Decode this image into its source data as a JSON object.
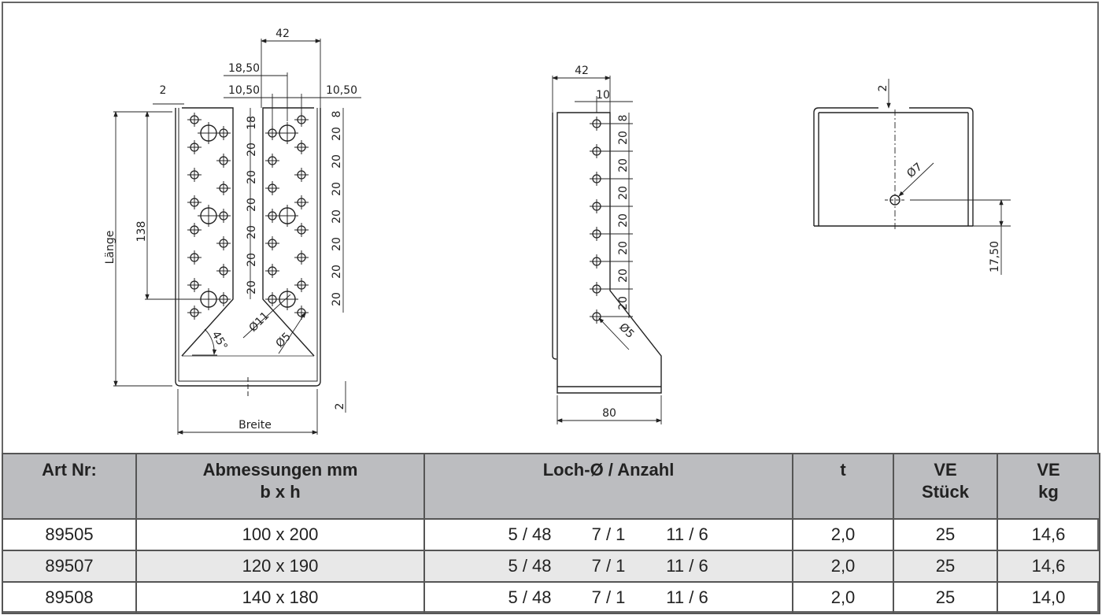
{
  "drawing": {
    "front_view": {
      "dims": {
        "top_width": "42",
        "offset_1": "18,50",
        "offset_2": "10,50",
        "offset_3": "10,50",
        "thickness": "2",
        "length_label": "Länge",
        "inner_height": "138",
        "width_label": "Breite",
        "bottom_thickness": "2",
        "angle": "45°",
        "hole_large": "Ø11",
        "hole_small": "Ø5",
        "spacing_first_left": "18",
        "spacing_first_right": "8",
        "spacing": "20"
      }
    },
    "side_view": {
      "dims": {
        "top_width": "42",
        "edge_offset": "10",
        "spacing_first": "8",
        "spacing": "20",
        "hole": "Ø5",
        "bottom_width": "80"
      }
    },
    "top_view": {
      "dims": {
        "thickness": "2",
        "hole": "Ø7",
        "hole_offset": "17,50"
      }
    }
  },
  "table": {
    "headers": {
      "art_nr": "Art Nr:",
      "dimensions_line1": "Abmessungen mm",
      "dimensions_line2": "b x h",
      "holes": "Loch-Ø / Anzahl",
      "t": "t",
      "ve_pcs_line1": "VE",
      "ve_pcs_line2": "Stück",
      "ve_kg_line1": "VE",
      "ve_kg_line2": "kg"
    },
    "rows": [
      {
        "art_nr": "89505",
        "dimensions": "100 x 200",
        "holes_5": "5 / 48",
        "holes_7": "7 / 1",
        "holes_11": "11 / 6",
        "t": "2,0",
        "ve_pcs": "25",
        "ve_kg": "14,6"
      },
      {
        "art_nr": "89507",
        "dimensions": "120 x 190",
        "holes_5": "5 / 48",
        "holes_7": "7 / 1",
        "holes_11": "11 / 6",
        "t": "2,0",
        "ve_pcs": "25",
        "ve_kg": "14,6"
      },
      {
        "art_nr": "89508",
        "dimensions": "140 x 180",
        "holes_5": "5 / 48",
        "holes_7": "7 / 1",
        "holes_11": "11 / 6",
        "t": "2,0",
        "ve_pcs": "25",
        "ve_kg": "14,0"
      }
    ]
  },
  "colors": {
    "header_bg": "#bcbdc0",
    "alt_row_bg": "#e8e8e8",
    "border": "#555555",
    "line": "#222222"
  }
}
